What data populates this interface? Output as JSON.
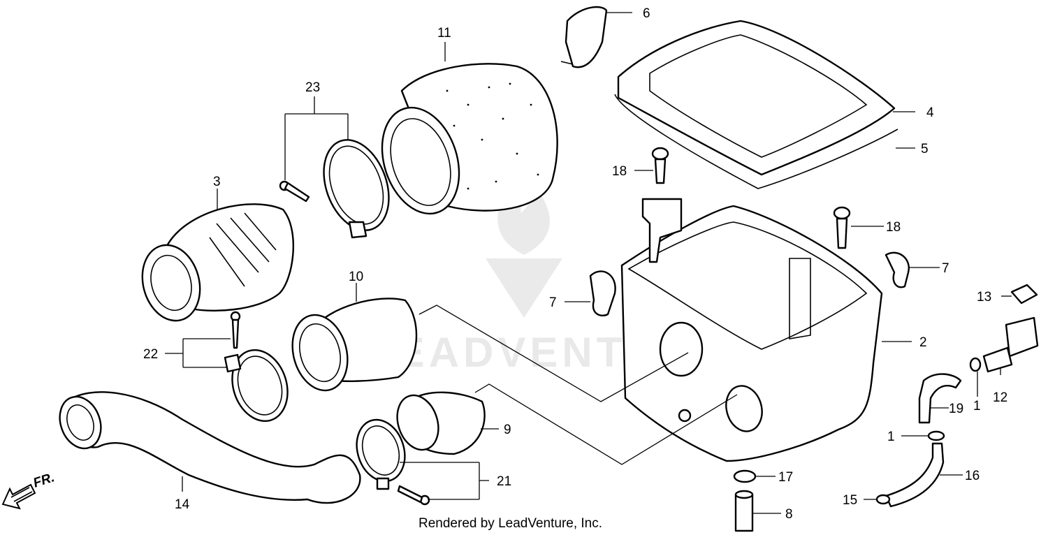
{
  "watermark": {
    "text": "LEADVENTURE"
  },
  "footer": {
    "credit": "Rendered by LeadVenture, Inc."
  },
  "direction": {
    "label": "FR."
  },
  "callouts": {
    "c1a": "1",
    "c1b": "1",
    "c2": "2",
    "c3": "3",
    "c4": "4",
    "c5": "5",
    "c6": "6",
    "c7a": "7",
    "c7b": "7",
    "c8": "8",
    "c9": "9",
    "c10": "10",
    "c11": "11",
    "c12": "12",
    "c13": "13",
    "c14": "14",
    "c15": "15",
    "c16": "16",
    "c17": "17",
    "c18a": "18",
    "c18b": "18",
    "c19": "19",
    "c21": "21",
    "c22": "22",
    "c23": "23"
  }
}
